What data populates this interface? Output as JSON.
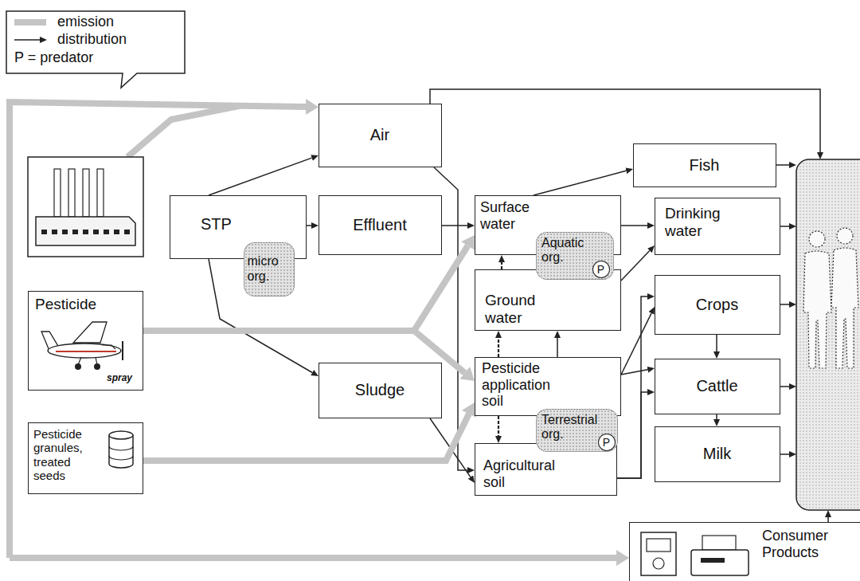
{
  "diagram": {
    "nodes": [
      {
        "text": [
          "Air"
        ]
      },
      {
        "text": [
          "Fish"
        ]
      },
      {
        "text": [
          "STP"
        ]
      },
      {
        "text": [
          "micro org."
        ],
        "in": 2
      },
      {
        "text": [
          "Effluent"
        ]
      },
      {
        "text": [
          "Surface water"
        ]
      },
      {
        "text": [
          "Aquatic org."
        ],
        "in": 5
      },
      {
        "text": [
          "P"
        ],
        "in": 6
      },
      {
        "text": [
          "Drinking water"
        ]
      },
      {
        "text": [
          "Pesticide",
          "spray"
        ]
      },
      {
        "text": [
          "Ground water"
        ]
      },
      {
        "text": [
          "Crops"
        ]
      },
      {
        "text": [
          "Sludge"
        ]
      },
      {
        "text": [
          "Pesticide application soil"
        ]
      },
      {
        "text": [
          "Terrestrial org."
        ],
        "in": 13
      },
      {
        "text": [
          "P"
        ],
        "in": 14
      },
      {
        "text": [
          "Cattle"
        ]
      },
      {
        "text": [
          "Pesticide granules, treated seeds"
        ]
      },
      {
        "text": [
          "Agricultural soil"
        ]
      },
      {
        "text": [
          "Milk"
        ]
      },
      {
        "text": [
          "Consumer Products"
        ]
      }
    ],
    "edges": [
      {
        "from": 2,
        "to": 0,
        "arrow": "to"
      },
      {
        "from": 2,
        "to": 4,
        "arrow": "to"
      },
      {
        "from": 2,
        "to": 12,
        "arrow": "to"
      },
      {
        "from": 4,
        "to": 5,
        "arrow": "to"
      },
      {
        "from": 0,
        "to": 18,
        "arrow": "to"
      },
      {
        "from": 12,
        "to": 18,
        "arrow": "to"
      },
      {
        "from": 5,
        "to": 1,
        "arrow": "to"
      },
      {
        "from": 5,
        "to": 8,
        "arrow": "to"
      },
      {
        "from": 10,
        "to": 8,
        "arrow": "to"
      },
      {
        "from": 10,
        "to": 5,
        "arrow": "to"
      },
      {
        "from": 13,
        "to": 10,
        "arrow": "to"
      },
      {
        "from": 13,
        "to": 10,
        "arrow": "to"
      },
      {
        "from": 13,
        "to": 18,
        "arrow": "to"
      },
      {
        "from": 13,
        "to": 11,
        "arrow": "to"
      },
      {
        "from": 13,
        "to": 16,
        "arrow": "to"
      },
      {
        "from": 18,
        "to": 11,
        "arrow": "to"
      },
      {
        "from": 18,
        "to": 16,
        "arrow": "to"
      },
      {
        "from": 11,
        "to": 16,
        "arrow": "to"
      },
      {
        "from": 16,
        "to": 19,
        "arrow": "to"
      },
      {
        "from": 9,
        "to": 5,
        "arrow": "to"
      },
      {
        "from": 9,
        "to": 13,
        "arrow": "to"
      },
      {
        "from": 17,
        "to": 13,
        "arrow": "to"
      }
    ],
    "legend": [
      {
        "text": "emission"
      },
      {
        "text": "distribution"
      },
      {
        "text": "P = predator"
      }
    ]
  }
}
